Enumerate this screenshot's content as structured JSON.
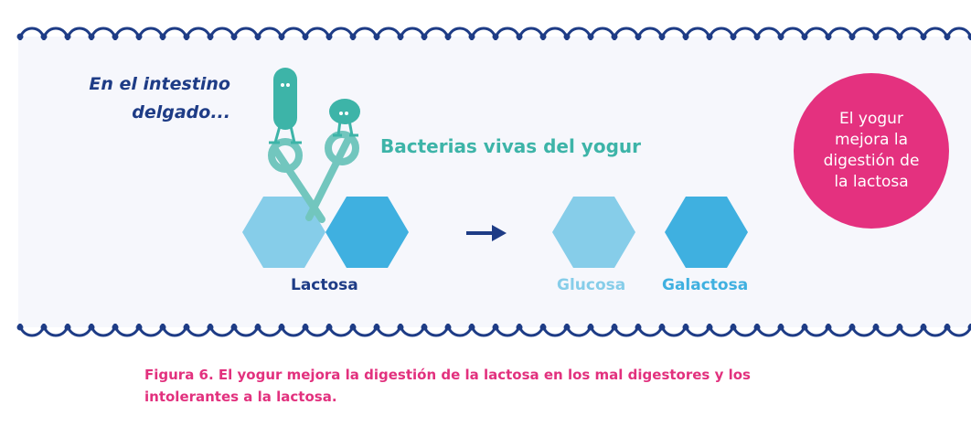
{
  "intro": {
    "line1": "En el intestino",
    "line2": "delgado..."
  },
  "bacteria_label": "Bacterias vivas del yogur",
  "labels": {
    "lactosa": "Lactosa",
    "glucosa": "Glucosa",
    "galactosa": "Galactosa"
  },
  "badge": {
    "line1": "El yogur",
    "line2": "mejora la",
    "line3": "digestión de",
    "line4": "la lactosa"
  },
  "caption": {
    "line1": "Figura 6. El yogur mejora la digestión de la lactosa en los mal digestores y los",
    "line2": "intolerantes a la lactosa."
  },
  "colors": {
    "navy": "#1e3c86",
    "teal": "#3db4a8",
    "light_blue": "#86cde9",
    "blue": "#3fb0e0",
    "pink": "#e4317f",
    "panel_bg": "#f6f7fc"
  },
  "icons": [
    "scalloped-border-top",
    "scalloped-border-bottom",
    "bacteria-tall-icon",
    "bacteria-round-icon",
    "scissors-icon",
    "arrow-right-icon"
  ]
}
